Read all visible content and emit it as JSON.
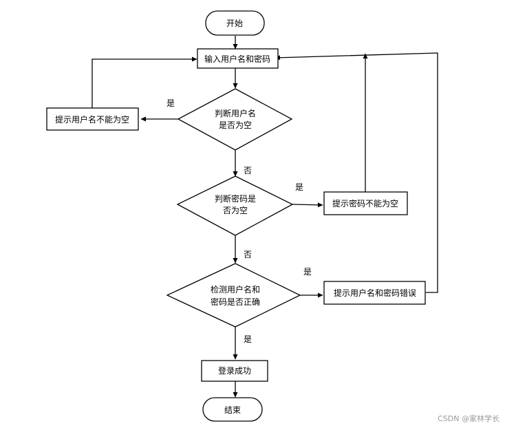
{
  "nodes": {
    "start": "开始",
    "input": "输入用户名和密码",
    "check_user": [
      "判断用户名",
      "是否为空"
    ],
    "hint_user": "提示用户名不能为空",
    "check_pwd": [
      "判断密码是",
      "否为空"
    ],
    "hint_pwd": "提示密码不能为空",
    "verify": [
      "检测用户名和",
      "密码是否正确"
    ],
    "hint_error": "提示用户名和密码错误",
    "success": "登录成功",
    "end": "结束"
  },
  "edge_labels": {
    "user_empty_yes": "是",
    "user_empty_no": "否",
    "pwd_empty_yes": "是",
    "pwd_empty_no": "否",
    "verify_wrong_yes": "是",
    "verify_ok_yes": "是"
  },
  "watermark": "CSDN @家林学长"
}
